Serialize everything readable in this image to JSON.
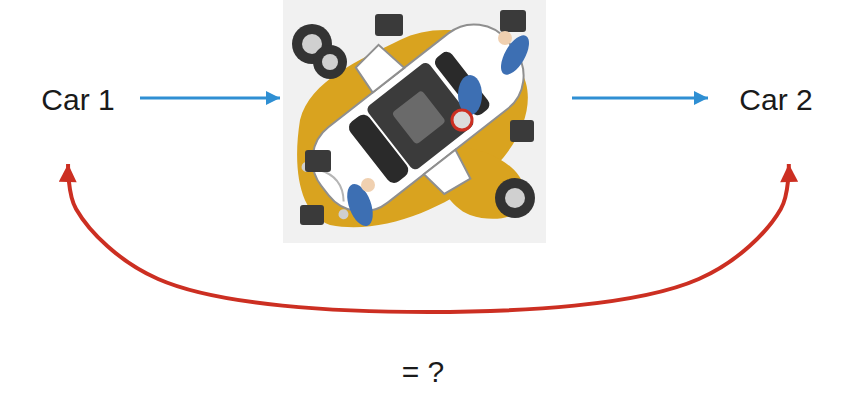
{
  "diagram": {
    "nodes": [
      {
        "text": [
          "Car 1"
        ]
      },
      {
        "text": [
          "Car 2"
        ]
      }
    ],
    "edges": [
      {
        "from": 0,
        "to": 1,
        "arrow": "both"
      }
    ],
    "labels": [
      "= ?"
    ]
  }
}
